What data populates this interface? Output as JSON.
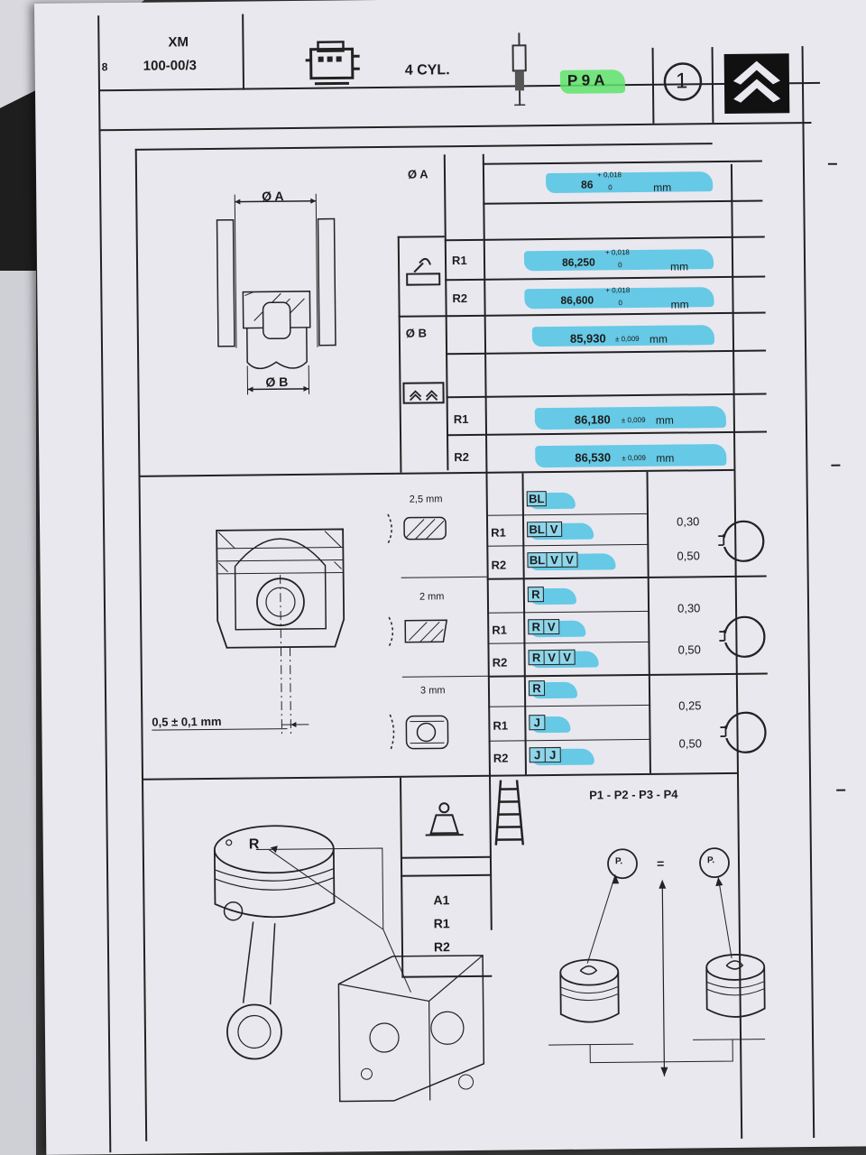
{
  "header": {
    "page_num": "8",
    "model": "XM",
    "doc_ref": "100-00/3",
    "cylinders": "4 CYL.",
    "engine_code": "P 9 A",
    "section": "1",
    "brand_logo": "citroen-double-chevron"
  },
  "cylinder_bore": {
    "label_a": "Ø A",
    "label_b": "Ø B",
    "std_value": "86",
    "std_tol_upper": "+ 0,018",
    "std_tol_lower": "0",
    "std_unit": "mm",
    "r1_label": "R1",
    "r1_value": "86,250",
    "r1_tol_upper": "+ 0,018",
    "r1_tol_lower": "0",
    "r1_unit": "mm",
    "r2_label": "R2",
    "r2_value": "86,600",
    "r2_tol_upper": "+ 0,018",
    "r2_tol_lower": "0",
    "r2_unit": "mm",
    "piston_std_value": "85,930",
    "piston_std_tol": "± 0,009",
    "piston_std_unit": "mm",
    "piston_r1_label": "R1",
    "piston_r1_value": "86,180",
    "piston_r1_tol": "± 0,009",
    "piston_r1_unit": "mm",
    "piston_r2_label": "R2",
    "piston_r2_value": "86,530",
    "piston_r2_tol": "± 0,009",
    "piston_r2_unit": "mm",
    "diagram_label_a": "Ø A",
    "diagram_label_b": "Ø B"
  },
  "rings": {
    "offset_label": "0,5 ± 0,1 mm",
    "groups": [
      {
        "thickness": "2,5 mm",
        "rows": [
          {
            "label": "",
            "codes": [
              "BL"
            ]
          },
          {
            "label": "R1",
            "codes": [
              "BL",
              "V"
            ]
          },
          {
            "label": "R2",
            "codes": [
              "BL",
              "V",
              "V"
            ]
          }
        ],
        "gap_min": "0,30",
        "gap_max": "0,50"
      },
      {
        "thickness": "2 mm",
        "rows": [
          {
            "label": "",
            "codes": [
              "R"
            ]
          },
          {
            "label": "R1",
            "codes": [
              "R",
              "V"
            ]
          },
          {
            "label": "R2",
            "codes": [
              "R",
              "V",
              "V"
            ]
          }
        ],
        "gap_min": "0,30",
        "gap_max": "0,50"
      },
      {
        "thickness": "3 mm",
        "rows": [
          {
            "label": "",
            "codes": [
              "R"
            ]
          },
          {
            "label": "R1",
            "codes": [
              "J"
            ]
          },
          {
            "label": "R2",
            "codes": [
              "J",
              "J"
            ]
          }
        ],
        "gap_min": "0,25",
        "gap_max": "0,50"
      }
    ]
  },
  "marking": {
    "piston_mark": "R",
    "codes": [
      "A1",
      "R1",
      "R2"
    ],
    "positions": "P1 - P2 - P3 - P4",
    "p_left": "P.",
    "equals": "=",
    "p_right": "P."
  },
  "icons": [
    "engine-icon",
    "injector-icon",
    "machining-icon",
    "piston-grade-icon",
    "weight-icon",
    "ladder-icon",
    "ring-gap-icon"
  ]
}
